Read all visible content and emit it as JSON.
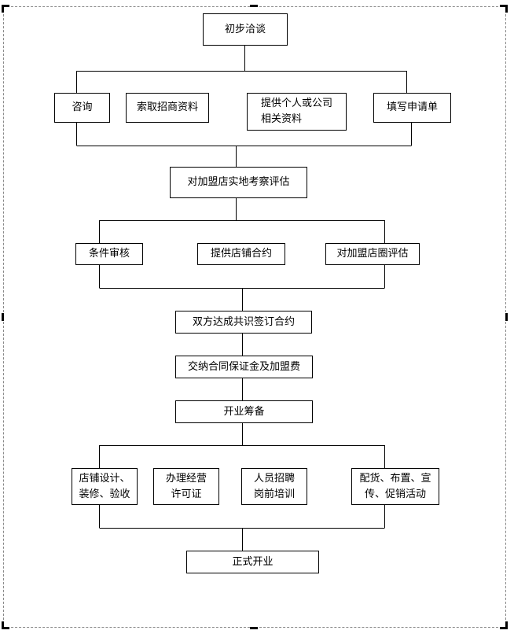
{
  "diagram": {
    "start": "初步洽谈",
    "step1_options": [
      "咨询",
      "索取招商资料",
      "提供个人或公司\n相关资料",
      "填写申请单"
    ],
    "evaluate": "对加盟店实地考察评估",
    "step2_options": [
      "条件审核",
      "提供店铺合约",
      "对加盟店圈评估"
    ],
    "agree": "双方达成共识签订合约",
    "pay": "交纳合同保证金及加盟费",
    "prepare": "开业筹备",
    "step3_options": [
      "店铺设计、\n装修、验收",
      "办理经营\n许可证",
      "人员招聘\n岗前培训",
      "配货、布置、宣\n传、促销活动"
    ],
    "open": "正式开业"
  }
}
